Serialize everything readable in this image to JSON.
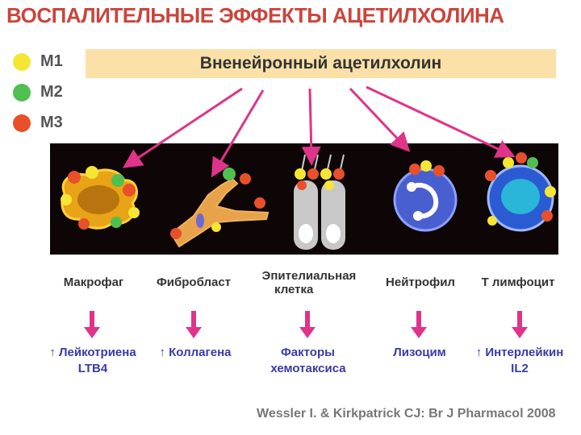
{
  "title": "ВОСПАЛИТЕЛЬНЫЕ ЭФФЕКТЫ АЦЕТИЛХОЛИНА",
  "legend": [
    {
      "label": "M1",
      "color": "#f5e633"
    },
    {
      "label": "M2",
      "color": "#4fbf4f"
    },
    {
      "label": "M3",
      "color": "#e8502a"
    }
  ],
  "banner": "Вненейронный ацетилхолин",
  "cells": [
    {
      "name_lines": [
        "Макрофаг"
      ],
      "effect_lines": [
        "↑ Лейкотриена",
        "LTB4"
      ]
    },
    {
      "name_lines": [
        "Фибробласт"
      ],
      "effect_lines": [
        "↑ Коллагена"
      ]
    },
    {
      "name_lines": [
        "Эпителиальная",
        "клетка"
      ],
      "effect_lines": [
        "Факторы",
        "хемотаксиса"
      ]
    },
    {
      "name_lines": [
        "Нейтрофил"
      ],
      "effect_lines": [
        "Лизоцим"
      ]
    },
    {
      "name_lines": [
        "Т лимфоцит"
      ],
      "effect_lines": [
        "↑ Интерлейкин",
        "IL2"
      ]
    }
  ],
  "citation": "Wessler I. & Kirkpatrick CJ: Br J Pharmacol 2008",
  "colors": {
    "title": "#c9463d",
    "arrow": "#e0338a",
    "effect_text": "#3a3aa8",
    "banner_bg": "#fbe1a8"
  }
}
